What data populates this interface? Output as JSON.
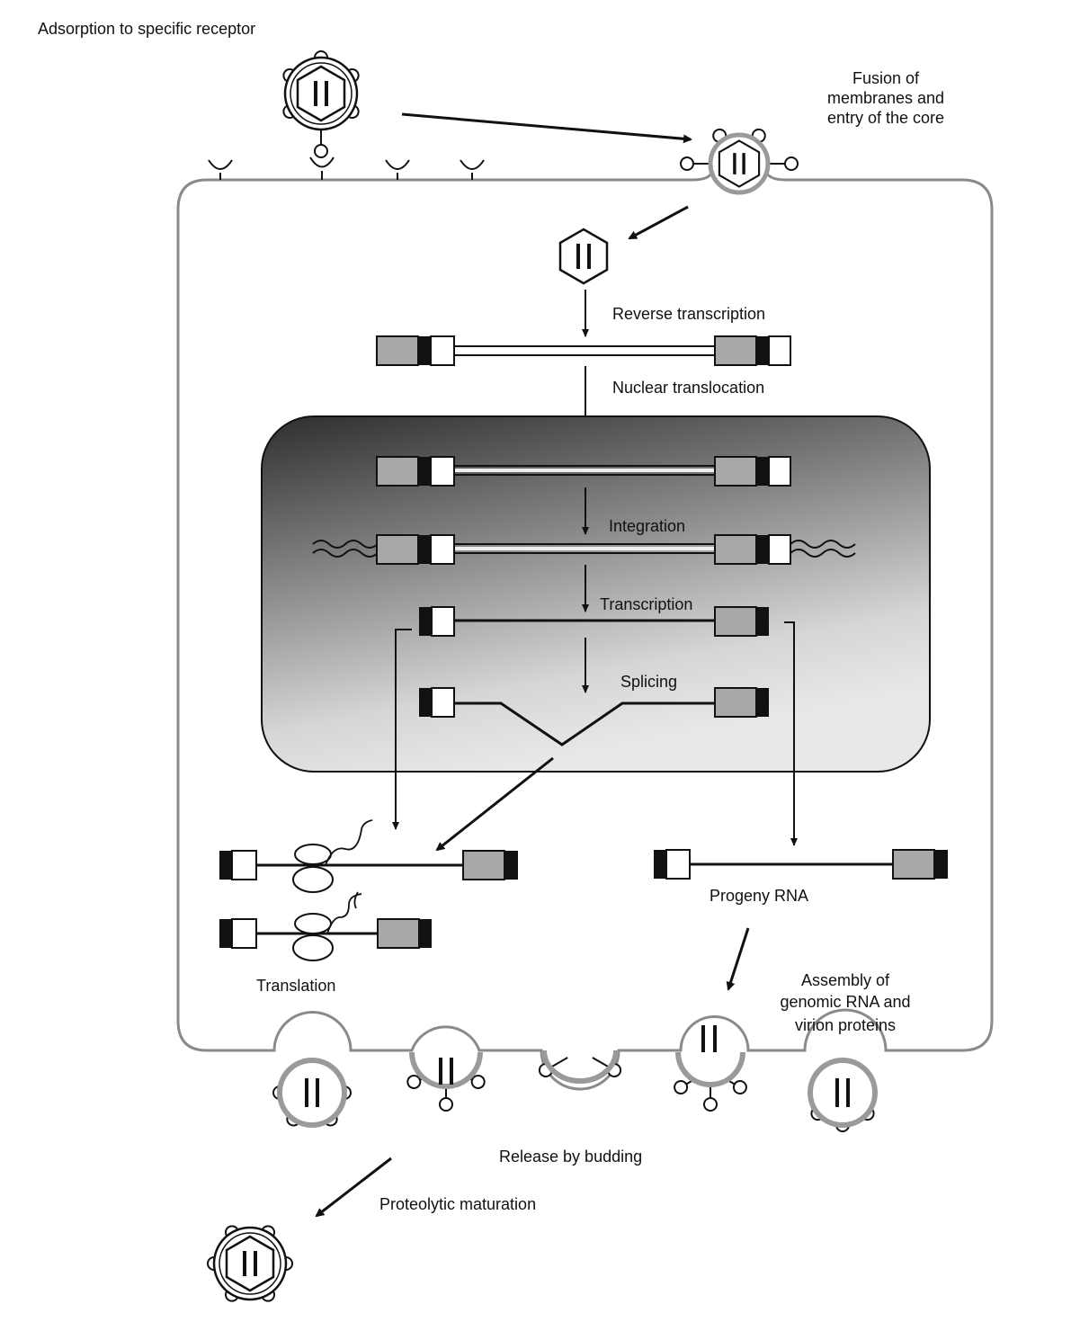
{
  "labels": {
    "adsorption": "Adsorption to specific receptor",
    "fusion": [
      "Fusion of",
      "membranes and",
      "entry of the core"
    ],
    "reverse_transcription": "Reverse transcription",
    "nuclear_translocation": "Nuclear translocation",
    "integration": "Integration",
    "transcription": "Transcription",
    "splicing": "Splicing",
    "progeny_rna": "Progeny RNA",
    "translation": "Translation",
    "assembly": [
      "Assembly of",
      "genomic RNA and",
      "virion proteins"
    ],
    "release": "Release by budding",
    "maturation": "Proteolytic maturation"
  },
  "colors": {
    "line": "#111111",
    "ltr_gray": "#a8a8a8",
    "cell_border": "#8a8a8a",
    "nucleus_dark": "#3a3a3a",
    "nucleus_light": "#e4e4e4",
    "budding_ring": "#9a9a9a"
  }
}
